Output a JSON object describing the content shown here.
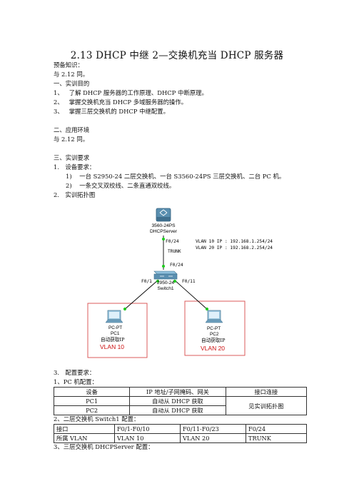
{
  "title": "2.13 DHCP 中继 2—交换机充当 DHCP 服务器",
  "prereq_label": "预备知识：",
  "prereq_text": "与 2.12 同。",
  "sec1": {
    "heading": "一、实训目的",
    "items": [
      {
        "num": "1、",
        "text": "了解 DHCP 服务器的工作原理、DHCP 中断原理。"
      },
      {
        "num": "2、",
        "text": "掌握交换机充当 DHCP 多域服务器的操作。"
      },
      {
        "num": "3、",
        "text": "掌握三层交换机的 DHCP 中继配置。"
      }
    ]
  },
  "sec2": {
    "heading": "二、应用环境",
    "text": "与 2.12 同。"
  },
  "sec3": {
    "heading": "三、实训要求",
    "equip_label": "1. 设备要求：",
    "equip_items": [
      {
        "num": "1)",
        "text": "一台 S2950-24 二层交换机、一台 S3560-24PS 三层交换机、二台 PC 机。"
      },
      {
        "num": "2)",
        "text": "一条交叉双绞线、二条直通双绞线。"
      }
    ],
    "topo_label": "2. 实训拓扑图"
  },
  "topology": {
    "core_model": "3560-24PS",
    "core_name": "DHCPServer",
    "core_port": "F0/24",
    "trunk_label": "TRUNK",
    "vlan10_ip": "VLAN 10 IP : 192.168.1.254/24",
    "vlan20_ip": "VLAN 20 IP : 192.168.2.254/24",
    "access_port_up": "F0/24",
    "access_model": "2950-24",
    "access_name": "Switch1",
    "port_left": "F0/1",
    "port_right": "F0/11",
    "pc1_type": "PC-PT",
    "pc1_name": "PC1",
    "pc1_note": "自动获取IP",
    "pc1_vlan": "VLAN 10",
    "pc2_type": "PC-PT",
    "pc2_name": "PC2",
    "pc2_note": "自动获取IP",
    "pc2_vlan": "VLAN 20",
    "colors": {
      "box": "#d84a4a",
      "vlan_text": "#cc1111",
      "link": "#000000",
      "port_dot": "#22cc22"
    }
  },
  "config_label": "3. 配置要求：",
  "pc_config_label": "1、PC 机配置：",
  "pc_table": {
    "headers": [
      "设备",
      "IP 地址/子网掩码、网关",
      "接口连接"
    ],
    "rows": [
      [
        "PC1",
        "自动从 DHCP 获取"
      ],
      [
        "PC2",
        "自动从 DHCP 获取"
      ]
    ],
    "merged_cell": "见实训拓扑图"
  },
  "switch1_label": "2、二层交换机 Switch1 配置：",
  "switch1_table": {
    "rows": [
      [
        "接口",
        "F0/1-F0/10",
        "F0/11-F0/23",
        "F0/24"
      ],
      [
        "所属 VLAN",
        "VLAN 10",
        "VLAN 20",
        "TRUNK"
      ]
    ]
  },
  "dhcpserver_label": "3、三层交换机 DHCPServer 配置："
}
